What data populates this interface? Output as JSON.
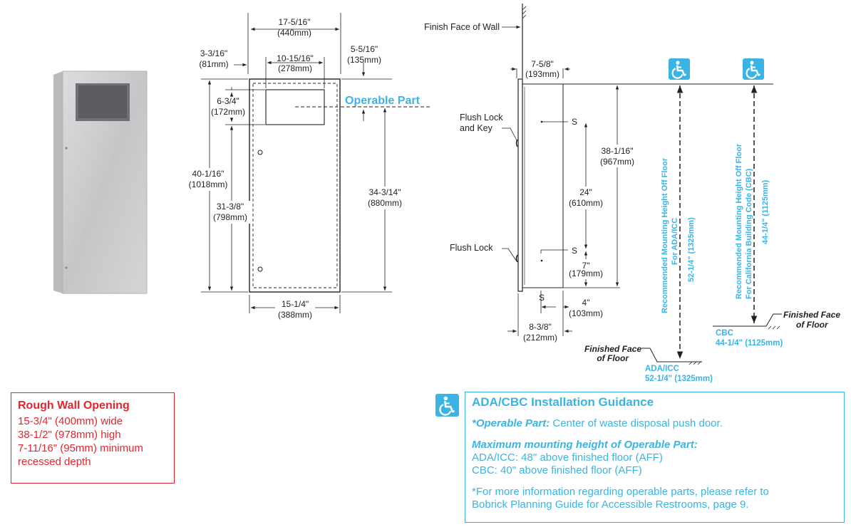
{
  "colors": {
    "accent_blue": "#3bb4e5",
    "rough_red": "#e3262e",
    "line": "#231f20",
    "steel": "#c9cacc"
  },
  "icons": [
    "accessibility-icon"
  ],
  "front": {
    "width_in": "17-5/16\"",
    "width_mm": "(440mm)",
    "left_in": "3-3/16\"",
    "left_mm": "(81mm)",
    "window_in": "10-15/16\"",
    "window_mm": "(278mm)",
    "right_in": "5-5/16\"",
    "right_mm": "(135mm)",
    "win_h_in": "6-3/4\"",
    "win_h_mm": "(172mm)",
    "operable": "Operable Part",
    "height_in": "40-1/16\"",
    "height_mm": "(1018mm)",
    "door_in": "31-3/8\"",
    "door_mm": "(798mm)",
    "op_h_in": "34-3/14\"",
    "op_h_mm": "(880mm)",
    "bottom_in": "15-1/4\"",
    "bottom_mm": "(388mm)"
  },
  "side": {
    "finish_wall": "Finish Face of Wall",
    "depth_in": "7-5/8\"",
    "depth_mm": "(193mm)",
    "flush_lock_key_1": "Flush Lock",
    "flush_lock_key_2": "and Key",
    "flush_lock": "Flush Lock",
    "s_label": "S",
    "h1_in": "38-1/16\"",
    "h1_mm": "(967mm)",
    "h2_in": "24\"",
    "h2_mm": "(610mm)",
    "h3_in": "7\"",
    "h3_mm": "(179mm)",
    "h4_in": "4\"",
    "h4_mm": "(103mm)",
    "total_in": "8-3/8\"",
    "total_mm": "(212mm)",
    "floor_1": "Finished Face",
    "floor_2": "of Floor"
  },
  "ada": {
    "vlabel_1": "Recommended Mounting Height Off Floor",
    "vlabel_2": "For ADA/ICC",
    "vlabel_3": "52-1/4\" (1325mm)",
    "bottom_1": "ADA/ICC",
    "bottom_2": "52-1/4\" (1325mm)"
  },
  "cbc": {
    "vlabel_1": "Recommended Mounting Height Off Floor",
    "vlabel_2": "For California Building Code (CBC)",
    "vlabel_3": "44-1/4\" (1125mm)",
    "bottom_1": "CBC",
    "bottom_2": "44-1/4\" (1125mm)",
    "floor_1": "Finished Face",
    "floor_2": "of Floor"
  },
  "rough": {
    "title": "Rough Wall Opening",
    "line1": "15-3/4\" (400mm) wide",
    "line2": "38-1/2\" (978mm) high",
    "line3": "7-11/16\" (95mm) minimum",
    "line4": "recessed depth"
  },
  "guide": {
    "title": "ADA/CBC Installation Guidance",
    "op_label": "*Operable Part:",
    "op_text": " Center of waste disposal push door.",
    "max_label": "Maximum mounting height of Operable Part:",
    "ada_line": "ADA/ICC: 48\" above finished floor (AFF)",
    "cbc_line": "CBC: 40\" above finished floor (AFF)",
    "note1": "*For more information regarding operable parts, please refer to",
    "note2": "Bobrick Planning Guide for Accessible Restrooms, page 9."
  }
}
